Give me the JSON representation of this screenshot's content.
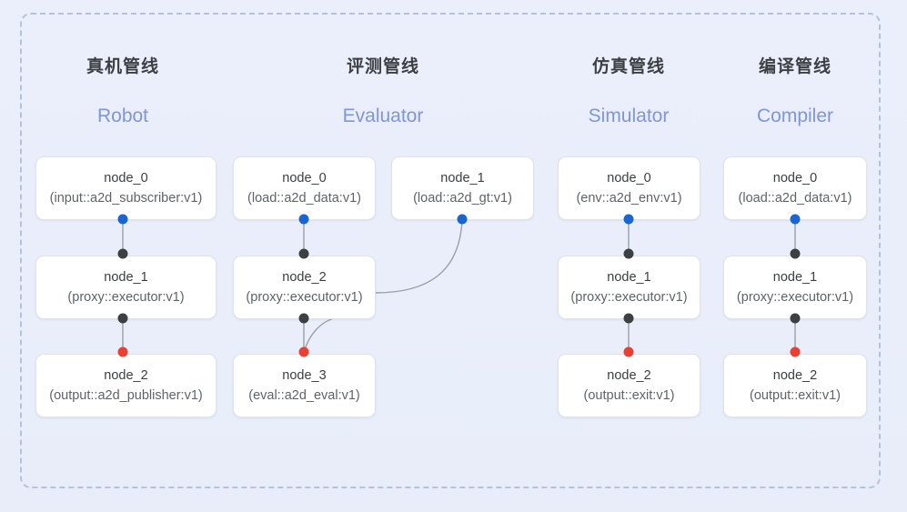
{
  "diagram": {
    "title_visible": false,
    "frame": {
      "style": "dashed",
      "color": "#b7c2d8"
    },
    "background_color": "#eaeffa",
    "port_colors": {
      "output_blue": "#1a66d0",
      "middle_dark": "#3c4043",
      "terminal_red": "#ea4034"
    },
    "accent_color": "#7e96da"
  },
  "columns": [
    {
      "title_cn": "真机管线",
      "title_en": "Robot",
      "nodes": [
        {
          "id": "node_0",
          "spec": "(input::a2d_subscriber:v1)",
          "in_port": null,
          "out_port": "blue"
        },
        {
          "id": "node_1",
          "spec": "(proxy::executor:v1)",
          "in_port": "dark",
          "out_port": "dark"
        },
        {
          "id": "node_2",
          "spec": "(output::a2d_publisher:v1)",
          "in_port": "red",
          "out_port": null
        }
      ]
    },
    {
      "title_cn": "评测管线",
      "title_en": "Evaluator",
      "nodes": [
        {
          "id": "node_0",
          "spec": "(load::a2d_data:v1)",
          "in_port": null,
          "out_port": "blue"
        },
        {
          "id": "node_2",
          "spec": "(proxy::executor:v1)",
          "in_port": "dark",
          "out_port": "dark"
        },
        {
          "id": "node_3",
          "spec": "(eval::a2d_eval:v1)",
          "in_port": "red",
          "out_port": null
        }
      ],
      "side_nodes": [
        {
          "id": "node_1",
          "spec": "(load::a2d_gt:v1)",
          "in_port": null,
          "out_port": "blue"
        }
      ]
    },
    {
      "title_cn": "仿真管线",
      "title_en": "Simulator",
      "nodes": [
        {
          "id": "node_0",
          "spec": "(env::a2d_env:v1)",
          "in_port": null,
          "out_port": "blue"
        },
        {
          "id": "node_1",
          "spec": "(proxy::executor:v1)",
          "in_port": "dark",
          "out_port": "dark"
        },
        {
          "id": "node_2",
          "spec": "(output::exit:v1)",
          "in_port": "red",
          "out_port": null
        }
      ]
    },
    {
      "title_cn": "编译管线",
      "title_en": "Compiler",
      "nodes": [
        {
          "id": "node_0",
          "spec": "(load::a2d_data:v1)",
          "in_port": null,
          "out_port": "blue"
        },
        {
          "id": "node_1",
          "spec": "(proxy::executor:v1)",
          "in_port": "dark",
          "out_port": "dark"
        },
        {
          "id": "node_2",
          "spec": "(output::exit:v1)",
          "in_port": "red",
          "out_port": null
        }
      ]
    }
  ]
}
